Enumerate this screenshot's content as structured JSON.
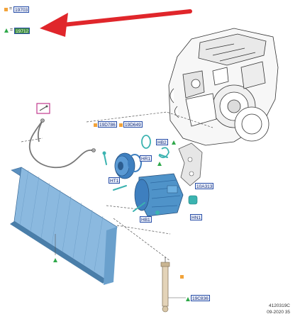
{
  "legend": {
    "orange_square_label": "19703",
    "green_triangle_label": "19712",
    "equals": "="
  },
  "callouts": {
    "compressor_clutch_left": "19D786",
    "compressor_clutch_right": "19D649",
    "ht1": "HT1",
    "hr1": "HR1",
    "hb2": "HB2",
    "hb1": "HB1",
    "bracket": "10A313",
    "hn1": "HN1",
    "receiver_drier": "19C836"
  },
  "footer": {
    "code": "4120319C",
    "date": "09-2020 35"
  },
  "colors": {
    "accent_arrow": "#e0262b",
    "label_border": "#2a4fa8",
    "label_fill": "#e8eef9",
    "orange_marker": "#f2a33a",
    "green_marker": "#2fa84a",
    "part_blue": "#4f93c9",
    "part_teal": "#3bb3b0",
    "condenser_blue": "#7fb2d8",
    "pipe_magenta": "#c0398e"
  },
  "icons": [
    "legend-orange-square-icon",
    "legend-green-triangle-icon",
    "red-pointer-arrow-icon",
    "pipe-magnifier-icon"
  ]
}
